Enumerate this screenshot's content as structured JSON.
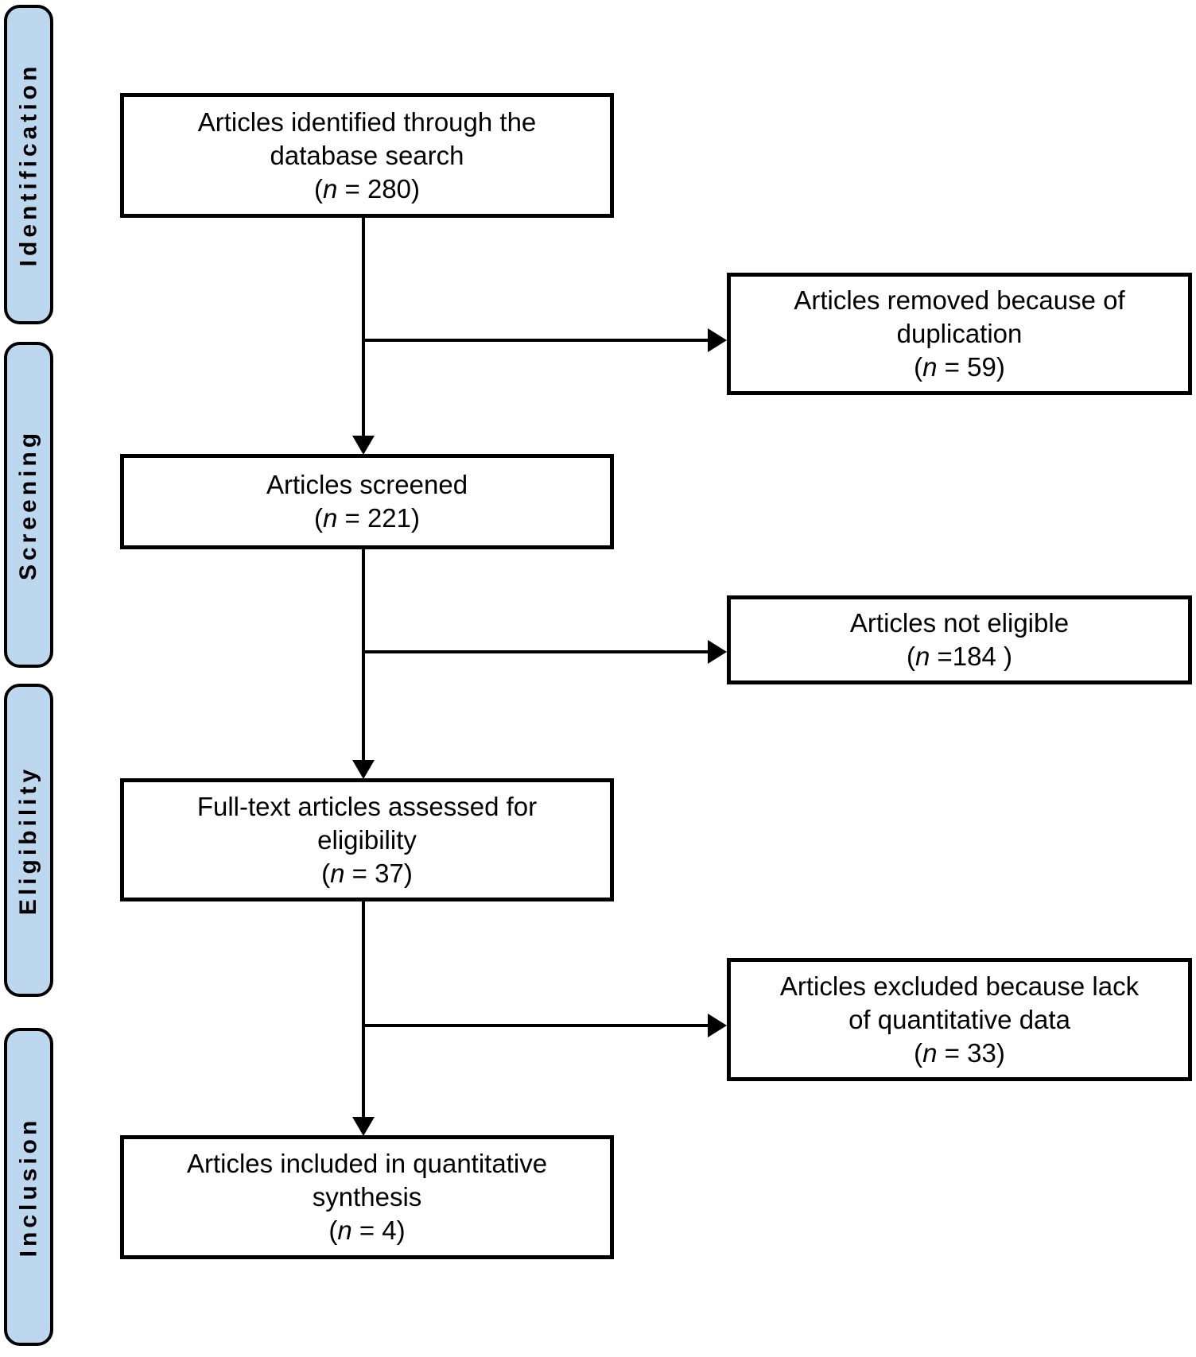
{
  "diagram": {
    "type": "prisma-flow-diagram",
    "colors": {
      "phase_bar_fill": "#BDD7EE",
      "border": "#000000",
      "background": "#FFFFFF",
      "text": "#000000"
    },
    "phases": [
      {
        "label": "Identification"
      },
      {
        "label": "Screening"
      },
      {
        "label": "Eligibility"
      },
      {
        "label": "Inclusion"
      }
    ],
    "main_boxes": [
      {
        "lines": [
          "Articles identified through the",
          "database search"
        ],
        "n_open": "(",
        "n_var": "n",
        "n_rest": " = 280)"
      },
      {
        "lines": [
          "Articles screened"
        ],
        "n_open": "(",
        "n_var": "n",
        "n_rest": " = 221)"
      },
      {
        "lines": [
          "Full-text articles assessed for",
          "eligibility"
        ],
        "n_open": "(",
        "n_var": "n",
        "n_rest": " = 37)"
      },
      {
        "lines": [
          "Articles included in quantitative",
          "synthesis"
        ],
        "n_open": "(",
        "n_var": "n",
        "n_rest": " = 4)"
      }
    ],
    "side_boxes": [
      {
        "lines": [
          "Articles removed because of",
          "duplication"
        ],
        "n_open": "(",
        "n_var": "n",
        "n_rest": " = 59)"
      },
      {
        "lines": [
          "Articles not eligible"
        ],
        "n_open": "(",
        "n_var": "n",
        "n_rest": " =184 )"
      },
      {
        "lines": [
          "Articles excluded because lack",
          "of quantitative data"
        ],
        "n_open": "(",
        "n_var": "n",
        "n_rest": " = 33)"
      }
    ]
  }
}
